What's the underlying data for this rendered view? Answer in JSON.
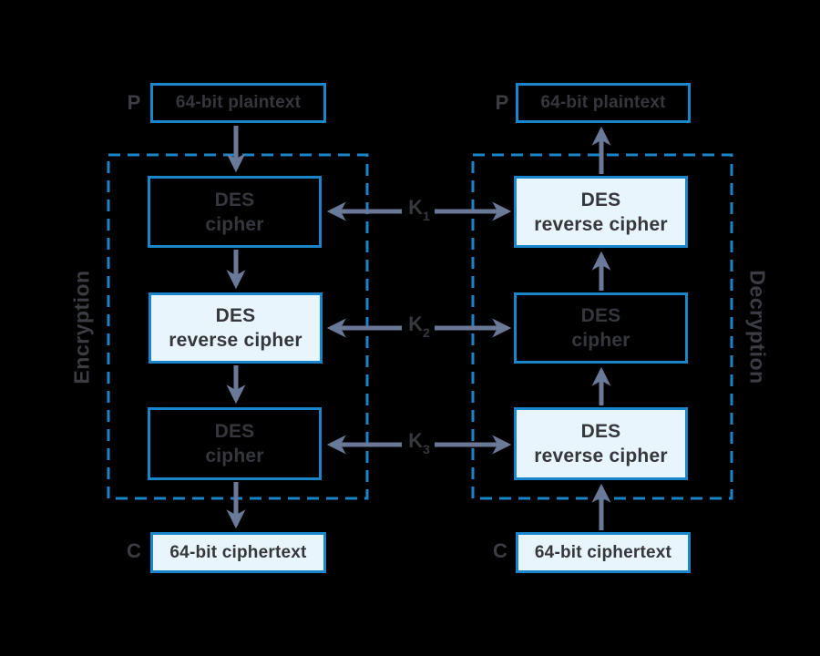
{
  "diagram_title": "Triple DES encryption and decryption",
  "colors": {
    "background": "#000000",
    "box_border": "#1a85c8",
    "box_fill_light": "#e9f5fd",
    "arrow": "#6b7999",
    "dark_text": "#35373d"
  },
  "encryption": {
    "section_label": "Encryption",
    "input_label": "P",
    "input_box": "64-bit plaintext",
    "stages": [
      {
        "line1": "DES",
        "line2": "cipher"
      },
      {
        "line1": "DES",
        "line2": "reverse cipher"
      },
      {
        "line1": "DES",
        "line2": "cipher"
      }
    ],
    "output_label": "C",
    "output_box": "64-bit ciphertext"
  },
  "decryption": {
    "section_label": "Decryption",
    "input_label": "P",
    "input_box": "64-bit plaintext",
    "stages": [
      {
        "line1": "DES",
        "line2": "reverse cipher"
      },
      {
        "line1": "DES",
        "line2": "cipher"
      },
      {
        "line1": "DES",
        "line2": "reverse cipher"
      }
    ],
    "output_label": "C",
    "output_box": "64-bit ciphertext"
  },
  "keys": [
    {
      "base": "K",
      "sub": "1"
    },
    {
      "base": "K",
      "sub": "2"
    },
    {
      "base": "K",
      "sub": "3"
    }
  ]
}
